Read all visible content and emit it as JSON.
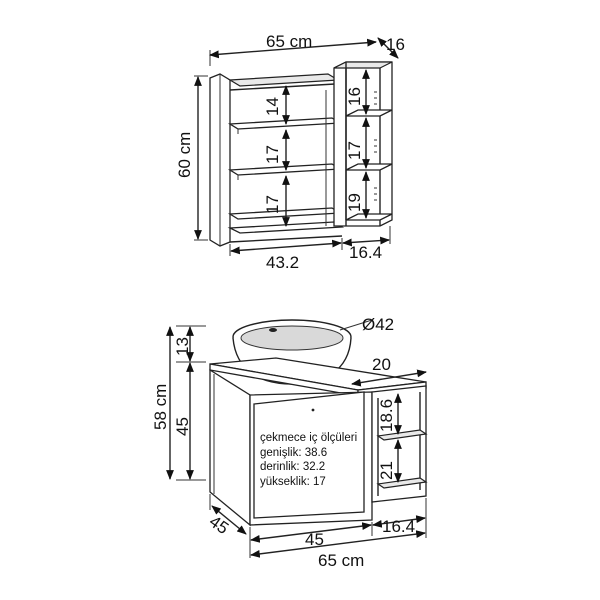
{
  "top_unit": {
    "width": "65 cm",
    "depth": "16",
    "height": "60 cm",
    "left_width": "43.2",
    "right_width": "16.4",
    "left_shelves": [
      "14",
      "17",
      "17"
    ],
    "right_shelves": [
      "16",
      "17",
      "19"
    ]
  },
  "bottom_unit": {
    "basin_diameter": "Ø42",
    "basin_height": "13",
    "total_height": "58 cm",
    "cabinet_height": "45",
    "shelf_depth": "20",
    "shelf_heights": [
      "18.6",
      "21"
    ],
    "depth": "45",
    "cabinet_width": "45",
    "shelf_width": "16.4",
    "total_width": "65 cm",
    "drawer_note": {
      "title": "çekmece iç ölçüleri",
      "width": "genişlik: 38.6",
      "depth": "derinlik: 32.2",
      "height": "yükseklik: 17"
    }
  }
}
